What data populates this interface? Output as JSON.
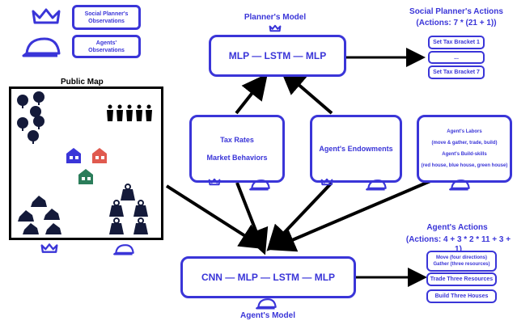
{
  "legend": {
    "planner_obs": "Social Planner's Observations",
    "agent_obs": "Agents' Observations"
  },
  "public_map": {
    "title": "Public Map"
  },
  "planner_model": {
    "title": "Planner's Model",
    "arch": "MLP — LSTM — MLP"
  },
  "agent_model": {
    "title": "Agent's Model",
    "arch": "CNN — MLP — LSTM — MLP"
  },
  "inputs": {
    "tax": {
      "line1": "Tax Rates",
      "line2": "Market Behaviors"
    },
    "endow": {
      "label": "Agent's Endowments"
    },
    "labors": {
      "l1": "Agent's Labors",
      "l2": "(move & gather, trade, build)",
      "l3": "Agent's Build-skills",
      "l4": "(red house, blue house, green house)"
    }
  },
  "planner_actions": {
    "title": "Social Planner's Actions",
    "subtitle": "(Actions: 7 * (21 + 1))",
    "items": [
      "Set Tax Bracket 1",
      "...",
      "Set Tax Bracket 7"
    ]
  },
  "agent_actions": {
    "title": "Agent's Actions",
    "subtitle": "(Actions: 4 + 3 * 2 * 11 + 3 + 1)",
    "items": [
      "Move (four directions) Gather (three resources)",
      "Trade Three Resources",
      "Build Three Houses"
    ]
  },
  "colors": {
    "accent": "#3a35d8",
    "black": "#000000",
    "red": "#e05a4f",
    "green": "#2b7d5a"
  },
  "icons": [
    "crown-icon",
    "cap-icon",
    "tree-icon",
    "person-icon",
    "house-icon",
    "rock-icon",
    "weight-icon"
  ]
}
